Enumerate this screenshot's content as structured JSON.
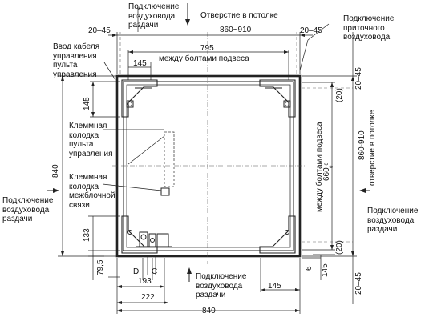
{
  "labels": {
    "duct_top": "Подключение\nвоздуховода\nраздачи",
    "ceiling_opening_top": "Отверстие в потолке",
    "fresh_air": "Подключение\nприточного\nвоздуховода",
    "cable_entry": "Ввод кабеля\nуправления\nпульта\nуправления",
    "between_bolts_top": "между болтами подвеса",
    "remote_terminal": "Клеммная\nколодка\nпульта\nуправления",
    "interunit_terminal": "Клеммная\nколодка\nмежблочной\nсвязи",
    "duct_left": "Подключение\nвоздуховода\nраздачи",
    "duct_right": "Подключение\nвоздуховода\nраздачи",
    "duct_bottom": "Подключение\nвоздуховода\nраздачи",
    "between_bolts_right": "между болтами подвеса",
    "ceiling_opening_right": "отверстие в потолке"
  },
  "dimensions": {
    "top_left_gap": "20–45",
    "top_right_gap": "20–45",
    "top_opening": "860~910",
    "top_bolts": "795",
    "top_145": "145",
    "left_145": "145",
    "left_840": "840",
    "left_133": "133",
    "left_79_5": "79,5",
    "right_top_gap": "20–45",
    "right_bottom_gap": "20–45",
    "right_20_top": "(20)",
    "right_20_bottom": "(20)",
    "right_660": "660",
    "right_660_tol": "+0\n0",
    "right_860_910": "860-910",
    "right_6": "6",
    "right_145": "145",
    "bottom_193": "193",
    "bottom_222": "222",
    "bottom_840": "840",
    "bottom_145": "145",
    "pipe_D": "D",
    "pipe_C": "C"
  }
}
